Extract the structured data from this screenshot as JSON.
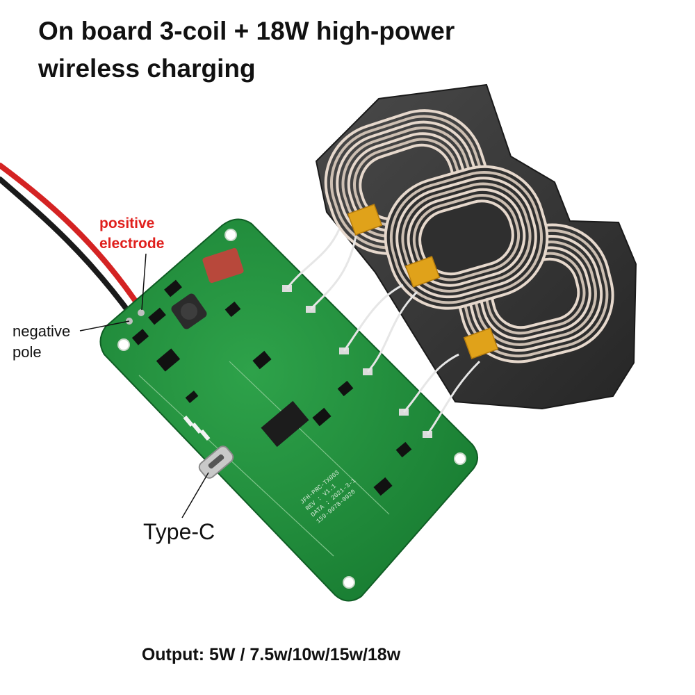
{
  "title": {
    "line1": "On board 3-coil + 18W high-power",
    "line2": "wireless charging"
  },
  "labels": {
    "positive": {
      "line1": "positive",
      "line2": "electrode"
    },
    "negative": {
      "line1": "negative",
      "line2": "pole"
    },
    "type_c": "Type-C"
  },
  "footer": "Output: 5W / 7.5w/10w/15w/18w",
  "board_markings": {
    "model": "JFH-PRC-TX003",
    "rev": "REV : V1.1",
    "date": "DATA : 2021-3-1",
    "phone": "159-9978-0920"
  },
  "colors": {
    "pcb": "#1f8c3a",
    "positive_wire": "#d42323",
    "negative_wire": "#1a1a1a",
    "positive_label": "#e0201d",
    "coil_copper": "#e6d8cc",
    "ferrite": "#3a3a3a",
    "kapton_tape": "#e0a21a"
  }
}
